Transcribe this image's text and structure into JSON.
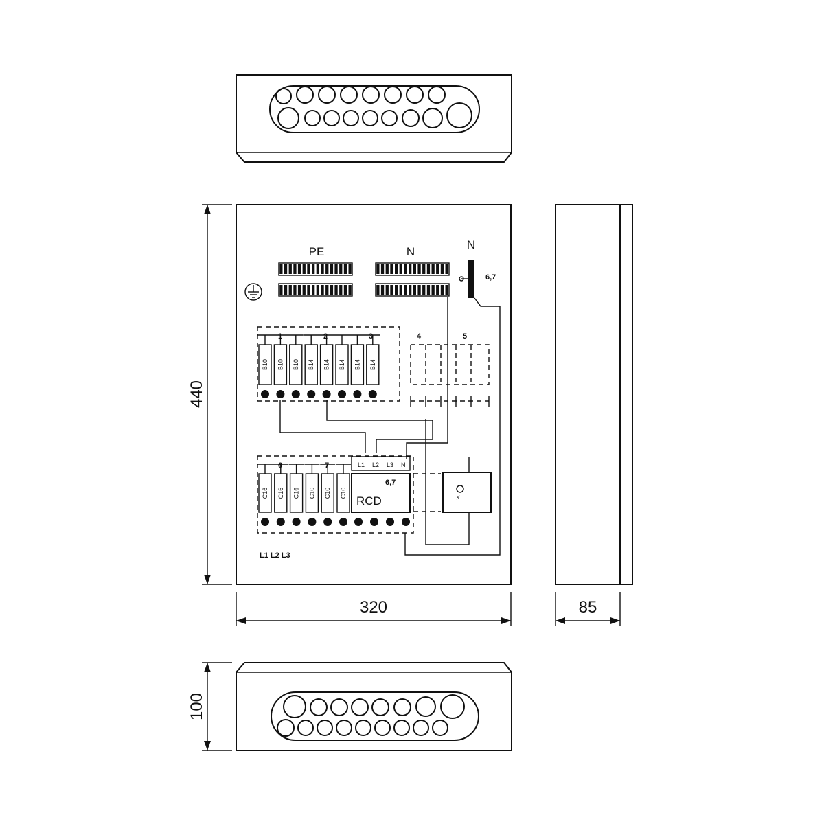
{
  "dimensions": {
    "width": "320",
    "height": "440",
    "depth": "85",
    "gland_height": "100"
  },
  "busbars": {
    "pe_label": "PE",
    "n_label": "N",
    "n_rail_label": "N",
    "n_rail_circuits": "6,7"
  },
  "upper_row": {
    "group_labels": [
      "1",
      "2",
      "3",
      "4",
      "5"
    ],
    "breakers": [
      "B10",
      "B10",
      "B10",
      "B14",
      "B14",
      "B14",
      "B14",
      "B14"
    ]
  },
  "lower_row": {
    "group_labels": [
      "6",
      "7"
    ],
    "breakers": [
      "C16",
      "C16",
      "C16",
      "C10",
      "C10",
      "C10"
    ],
    "rcd_label": "RCD",
    "rcd_circuits": "6,7",
    "rcd_terminals": [
      "L1",
      "L2",
      "L3",
      "N"
    ],
    "phase_labels": "L1 L2 L3"
  },
  "colors": {
    "line": "#111111",
    "background": "#ffffff"
  }
}
